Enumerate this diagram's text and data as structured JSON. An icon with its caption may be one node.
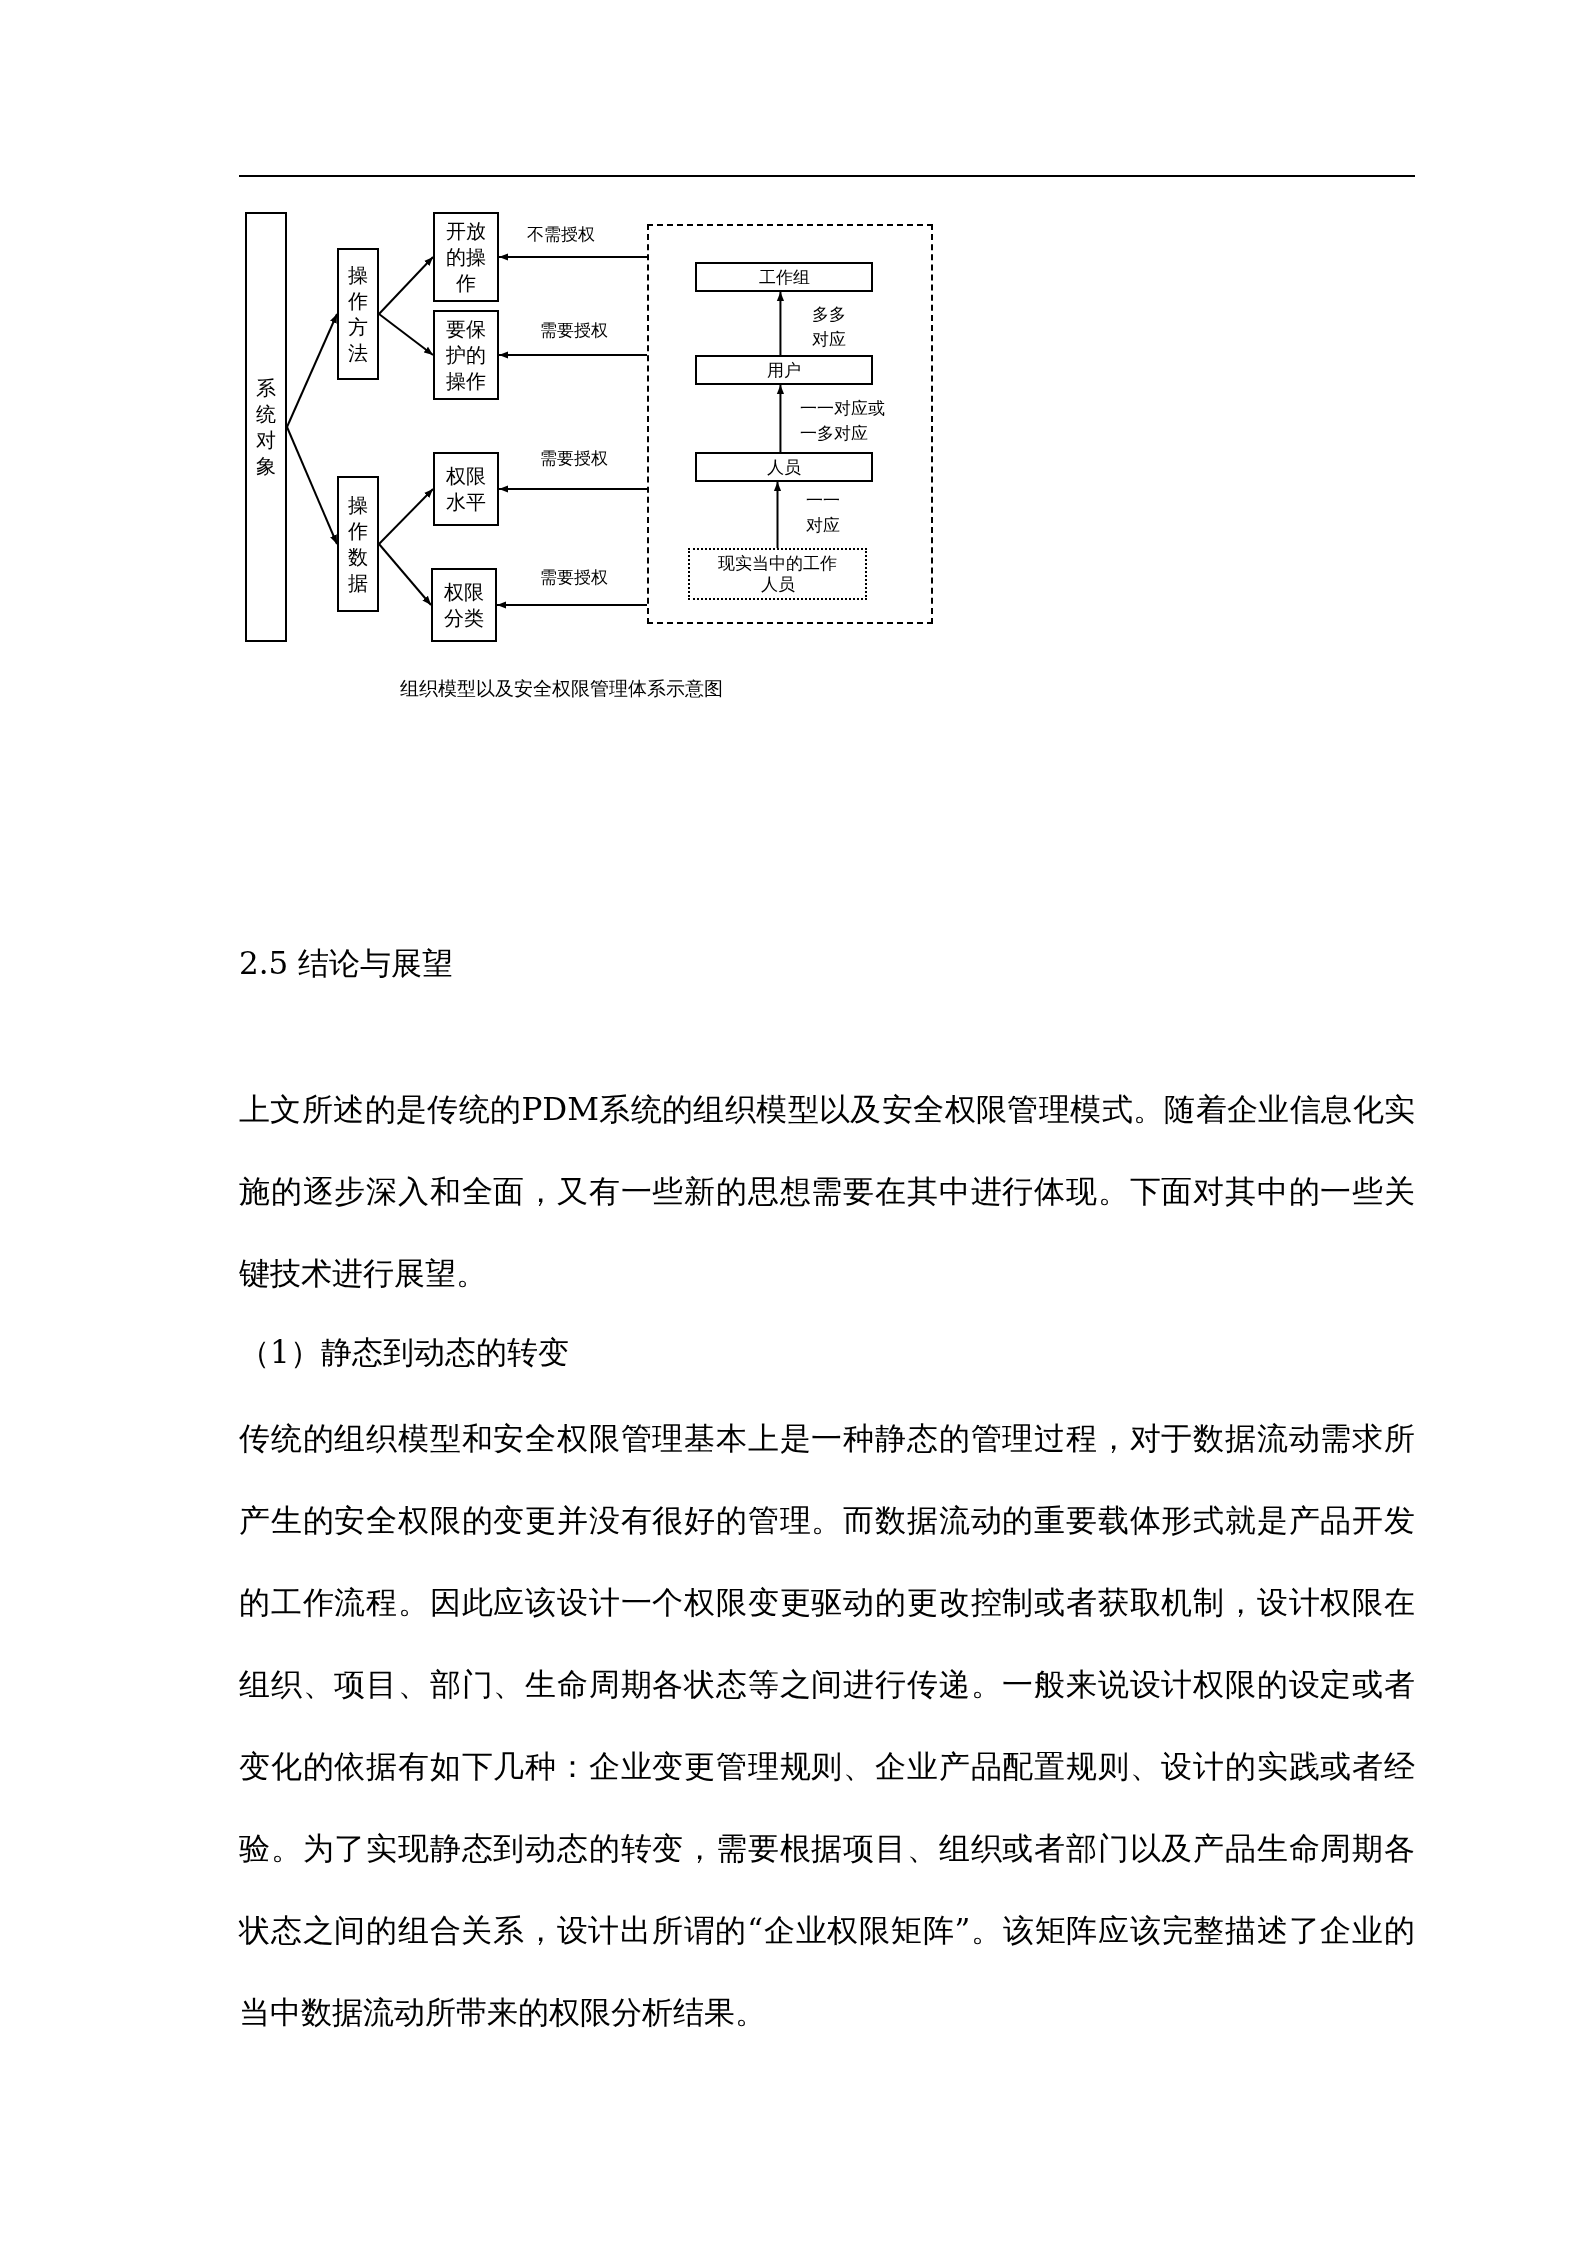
{
  "diagram": {
    "caption": "组织模型以及安全权限管理体系示意图",
    "nodes": [
      {
        "text": [
          "系统对象"
        ]
      },
      {
        "text": [
          "操作方法"
        ]
      },
      {
        "text": [
          "操作数据"
        ]
      },
      {
        "text": [
          "开放的操作"
        ]
      },
      {
        "text": [
          "要保护的操作"
        ]
      },
      {
        "text": [
          "权限水平"
        ]
      },
      {
        "text": [
          "权限分类"
        ]
      },
      {
        "text": [],
        "shape": "box"
      },
      {
        "text": [
          "工作组"
        ],
        "in": 7
      },
      {
        "text": [
          "用户"
        ],
        "in": 7
      },
      {
        "text": [
          "人员"
        ],
        "in": 7
      },
      {
        "text": [
          "现实当中的工作人员"
        ],
        "in": 7
      }
    ],
    "edges": [
      {
        "from": 0,
        "to": 1,
        "arrow": "to"
      },
      {
        "from": 0,
        "to": 2,
        "arrow": "to"
      },
      {
        "from": 1,
        "to": 3,
        "arrow": "to"
      },
      {
        "from": 1,
        "to": 4,
        "arrow": "to"
      },
      {
        "from": 2,
        "to": 5,
        "arrow": "to"
      },
      {
        "from": 2,
        "to": 6,
        "arrow": "to"
      },
      {
        "from": 7,
        "to": 3,
        "arrow": "to",
        "label": "不需授权"
      },
      {
        "from": 7,
        "to": 4,
        "arrow": "to",
        "label": "需要授权"
      },
      {
        "from": 7,
        "to": 5,
        "arrow": "to",
        "label": "需要授权"
      },
      {
        "from": 7,
        "to": 6,
        "arrow": "to",
        "label": "需要授权"
      },
      {
        "from": 11,
        "to": 10,
        "arrow": "to",
        "label": "一一对应"
      },
      {
        "from": 10,
        "to": 9,
        "arrow": "to",
        "label": "一一对应或一多对应"
      },
      {
        "from": 9,
        "to": 8,
        "arrow": "to",
        "label": "多多对应"
      }
    ],
    "labels": [
      "2.5 结论与展望",
      "上文所述的是传统的PDM系统的组织模型以及安全权限管理模式。随着企业信息化实施的逐步深入和全面，又有一些新的思想需要在其中进行体现。下面对其中的一些关键技术进行展望。",
      "（1）静态到动态的转变",
      "传统的组织模型和安全权限管理基本上是一种静态的管理过程，对于数据流动需求所产生的安全权限的变更并没有很好的管理。而数据流动的重要载体形式就是产品开发的工作流程。因此应该设计一个权限变更驱动的更改控制或者获取机制，设计权限在组织、项目、部门、生命周期各状态等之间进行传递。一般来说设计权限的设定或者变化的依据有如下几种：企业变更管理规则、企业产品配置规则、设计的实践或者经验。为了实现静态到动态的转变，需要根据项目、组织或者部门以及产品生命周期各状态之间的组合关系，设计出所谓的“企业权限矩阵”。该矩阵应该完整描述了企业的当中数据流动所带来的权限分析结果。"
    ]
  }
}
